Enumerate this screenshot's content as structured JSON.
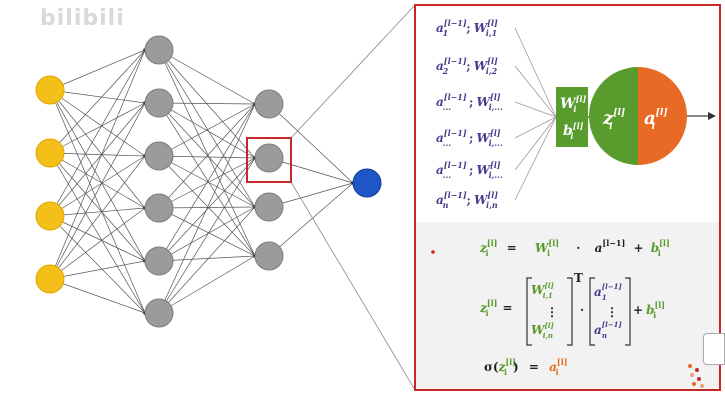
{
  "watermark": "bilibili",
  "colors": {
    "input": "#f5bf1a",
    "hidden": "#9b9b9b",
    "output": "#1f56c6",
    "highlight": "#c62828",
    "weight_box": "#5a9b2e",
    "activation": "#e86a24",
    "symbol": "#4a3a8c"
  },
  "network": {
    "input_count": 4,
    "hidden1_count": 6,
    "hidden2_count": 4,
    "output_count": 1,
    "selected_layer": 2,
    "selected_node": 1
  },
  "zoom": {
    "inputs": [
      {
        "a_base": "a",
        "a_sub": "1",
        "a_sup": "[l−1]",
        "w_base": "W",
        "w_sub": "i,1",
        "w_sup": "[l]"
      },
      {
        "a_base": "a",
        "a_sub": "2",
        "a_sup": "[l−1]",
        "w_base": "W",
        "w_sub": "i,2",
        "w_sup": "[l]"
      },
      {
        "a_base": "a",
        "a_sub": "...",
        "a_sup": "[l−1]",
        "w_base": "W",
        "w_sub": "i,...",
        "w_sup": "[l]"
      },
      {
        "a_base": "a",
        "a_sub": "...",
        "a_sup": "[l−1]",
        "w_base": "W",
        "w_sub": "i,...",
        "w_sup": "[l]"
      },
      {
        "a_base": "a",
        "a_sub": "...",
        "a_sup": "[l−1]",
        "w_base": "W",
        "w_sub": "i,...",
        "w_sup": "[l]"
      },
      {
        "a_base": "a",
        "a_sub": "n",
        "a_sup": "[l−1]",
        "w_base": "W",
        "w_sub": "i,n",
        "w_sup": "[l]"
      }
    ],
    "separator": ";",
    "box_w": "W",
    "box_b": "b",
    "z_label": "z",
    "a_label": "a",
    "sub_i": "i",
    "sup_l": "[l]",
    "sup_lm1": "[l−1]"
  },
  "formulas": {
    "eq1": {
      "lhs": "z",
      "eq": "=",
      "w": "W",
      "dot": "·",
      "a": "a",
      "plus": "+",
      "b": "b"
    },
    "eq2": {
      "lhs": "z",
      "eq": "=",
      "v1": "W",
      "v1_sub": "i,1",
      "vdots": "⋮",
      "vn": "W",
      "vn_sub": "i,n",
      "transpose": "T",
      "dot": "·",
      "u1": "a",
      "u1_sub": "1",
      "un": "a",
      "un_sub": "n",
      "plus": "+",
      "b": "b"
    },
    "eq3": {
      "sigma": "σ(",
      "z": "z",
      "close": ")",
      "eq": "=",
      "a": "a"
    }
  }
}
